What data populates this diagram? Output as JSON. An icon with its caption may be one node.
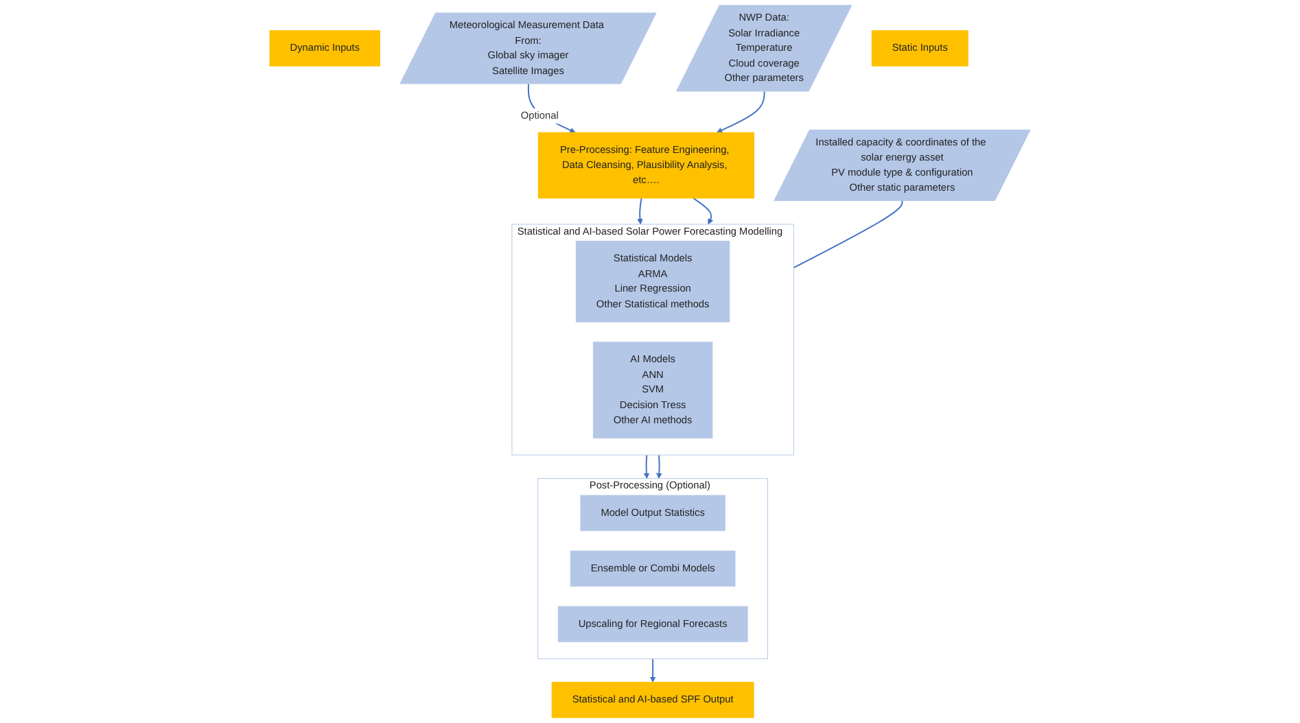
{
  "diagram": {
    "nodes": [
      {
        "text": [
          "Dynamic Inputs"
        ]
      },
      {
        "text": [
          "Meteorological Measurement Data From:",
          "Global sky imager",
          "Satellite Images"
        ]
      },
      {
        "text": [
          "NWP Data:",
          "Solar Irradiance",
          "Temperature",
          "Cloud coverage",
          "Other parameters"
        ]
      },
      {
        "text": [
          "Static Inputs"
        ]
      },
      {
        "text": [
          "Installed capacity & coordinates of the solar energy asset",
          "PV module type & configuration",
          "Other static parameters"
        ]
      },
      {
        "text": [
          "Pre-Processing: Feature Engineering, Data Cleansing, Plausibility Analysis, etc…."
        ]
      },
      {
        "text": [
          "Statistical and AI-based Solar Power Forecasting Modelling"
        ]
      },
      {
        "text": [
          "Statistical Models",
          "ARMA",
          "Liner Regression",
          "Other Statistical methods"
        ],
        "in": 6
      },
      {
        "text": [
          "AI Models",
          "ANN",
          "SVM",
          "Decision Tress",
          "Other AI methods"
        ],
        "in": 6
      },
      {
        "text": [
          "Post-Processing (Optional)"
        ]
      },
      {
        "text": [
          "Model Output Statistics"
        ],
        "in": 9
      },
      {
        "text": [
          "Ensemble or Combi Models"
        ],
        "in": 9
      },
      {
        "text": [
          "Upscaling for Regional Forecasts"
        ],
        "in": 9
      },
      {
        "text": [
          "Statistical and AI-based SPF Output"
        ]
      }
    ],
    "edges": [
      {
        "from": 1,
        "to": 5,
        "arrow": "to",
        "label": "Optional"
      },
      {
        "from": 2,
        "to": 5,
        "arrow": "to"
      },
      {
        "from": 5,
        "to": 6,
        "arrow": "to"
      },
      {
        "from": 5,
        "to": 6,
        "arrow": "to"
      },
      {
        "from": 4,
        "to": 6,
        "arrow": "to"
      },
      {
        "from": 6,
        "to": 9,
        "arrow": "to"
      },
      {
        "from": 6,
        "to": 9,
        "arrow": "to"
      },
      {
        "from": 9,
        "to": 13,
        "arrow": "to"
      }
    ]
  }
}
